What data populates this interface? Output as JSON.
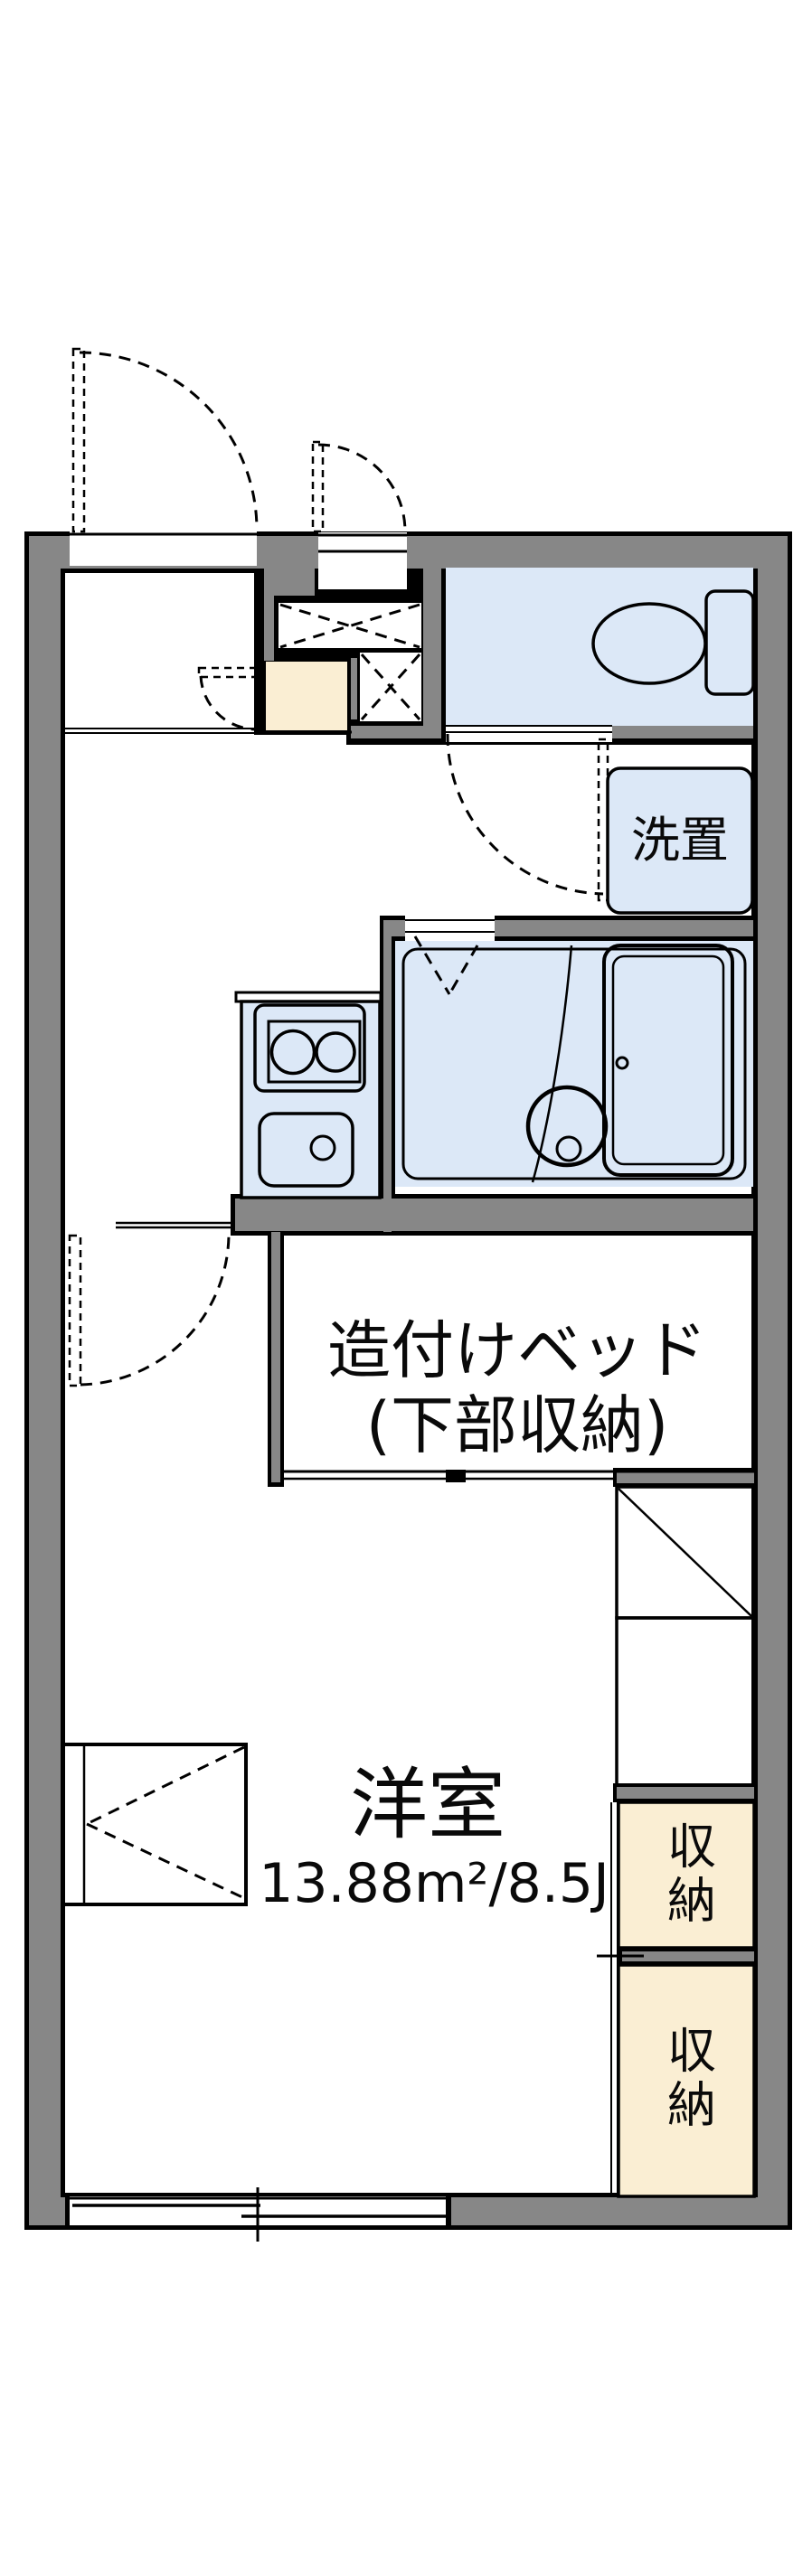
{
  "title": "apartment floor plan",
  "colors": {
    "wall": "#878787",
    "line": "#000000",
    "water": "#dce8f7",
    "cream": "#faeed3",
    "white": "#ffffff"
  },
  "labels": {
    "laundry": "洗置",
    "bed_line1": "造付けベッド",
    "bed_line2": "(下部収納)",
    "room_name": "洋室",
    "room_area": "13.88m²/8.5J",
    "storage_upper": "収納",
    "storage_lower": "収納"
  },
  "rooms": [
    {
      "name": "western-room",
      "label": "洋室",
      "area": "13.88m²/8.5J"
    },
    {
      "name": "built-in-bed",
      "label": "造付けベッド(下部収納)"
    },
    {
      "name": "laundry-space",
      "label": "洗置"
    },
    {
      "name": "storage-upper",
      "label": "収納"
    },
    {
      "name": "storage-lower",
      "label": "収納"
    }
  ]
}
